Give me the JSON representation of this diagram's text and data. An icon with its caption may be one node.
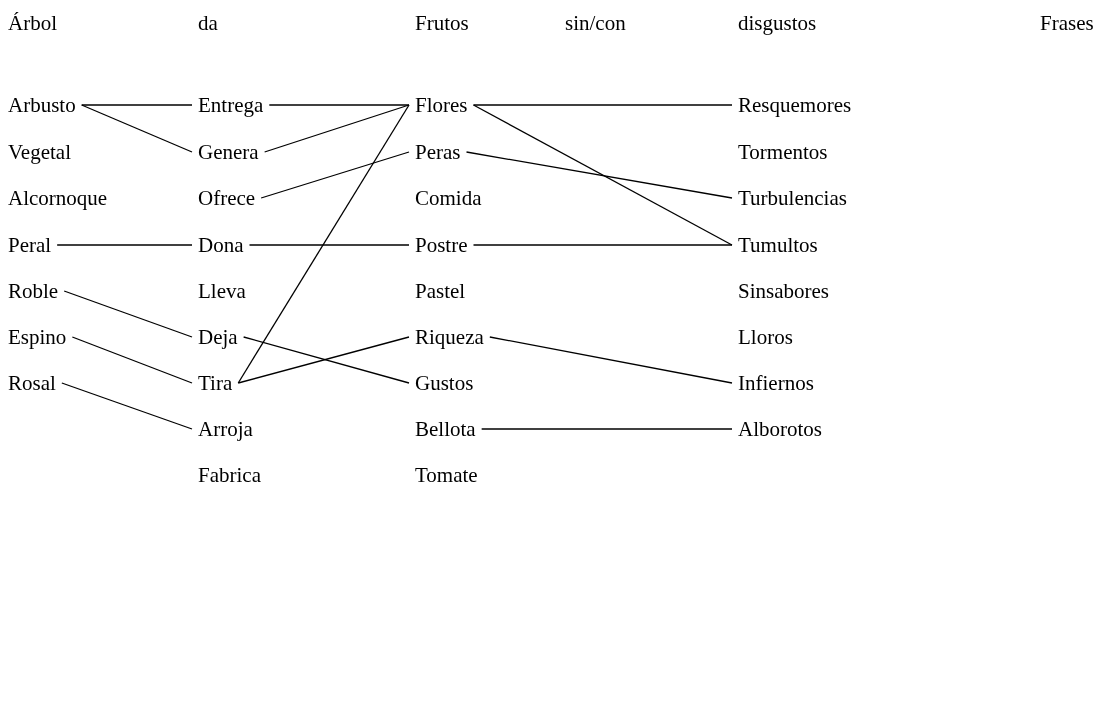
{
  "diagram": {
    "nodes": [
      {
        "text": [
          "Arbusto"
        ]
      },
      {
        "text": [
          "Entrega"
        ]
      },
      {
        "text": [
          "Flores"
        ]
      },
      {
        "text": [
          "Resquemores"
        ]
      },
      {
        "text": [
          "Vegetal"
        ]
      },
      {
        "text": [
          "Genera"
        ]
      },
      {
        "text": [
          "Peras"
        ]
      },
      {
        "text": [
          "Tormentos"
        ]
      },
      {
        "text": [
          "Alcornoque"
        ]
      },
      {
        "text": [
          "Ofrece"
        ]
      },
      {
        "text": [
          "Comida"
        ]
      },
      {
        "text": [
          "Turbulencias"
        ]
      },
      {
        "text": [
          "Peral"
        ]
      },
      {
        "text": [
          "Dona"
        ]
      },
      {
        "text": [
          "Postre"
        ]
      },
      {
        "text": [
          "Tumultos"
        ]
      },
      {
        "text": [
          "Roble"
        ]
      },
      {
        "text": [
          "Lleva"
        ]
      },
      {
        "text": [
          "Pastel"
        ]
      },
      {
        "text": [
          "Sinsabores"
        ]
      },
      {
        "text": [
          "Espino"
        ]
      },
      {
        "text": [
          "Deja"
        ]
      },
      {
        "text": [
          "Riqueza"
        ]
      },
      {
        "text": [
          "Lloros"
        ]
      },
      {
        "text": [
          "Rosal"
        ]
      },
      {
        "text": [
          "Tira"
        ]
      },
      {
        "text": [
          "Gustos"
        ]
      },
      {
        "text": [
          "Infiernos"
        ]
      },
      {
        "text": [
          "Arroja"
        ]
      },
      {
        "text": [
          "Bellota"
        ]
      },
      {
        "text": [
          "Alborotos"
        ]
      },
      {
        "text": [
          "Fabrica"
        ]
      },
      {
        "text": [
          "Tomate"
        ]
      }
    ],
    "edges": [
      {
        "from": 0,
        "to": 1,
        "arrow": "none"
      },
      {
        "from": 0,
        "to": 5,
        "arrow": "none"
      },
      {
        "from": 1,
        "to": 2,
        "arrow": "none"
      },
      {
        "from": 5,
        "to": 2,
        "arrow": "none"
      },
      {
        "from": 2,
        "to": 3,
        "arrow": "none"
      },
      {
        "from": 2,
        "to": 15,
        "arrow": "none"
      },
      {
        "from": 6,
        "to": 11,
        "arrow": "none"
      },
      {
        "from": 9,
        "to": 6,
        "arrow": "none"
      },
      {
        "from": 12,
        "to": 13,
        "arrow": "none"
      },
      {
        "from": 13,
        "to": 14,
        "arrow": "none"
      },
      {
        "from": 14,
        "to": 15,
        "arrow": "none"
      },
      {
        "from": 25,
        "to": 2,
        "arrow": "none"
      },
      {
        "from": 16,
        "to": 21,
        "arrow": "none"
      },
      {
        "from": 21,
        "to": 26,
        "arrow": "none"
      },
      {
        "from": 20,
        "to": 25,
        "arrow": "none"
      },
      {
        "from": 25,
        "to": 22,
        "arrow": "none"
      },
      {
        "from": 22,
        "to": 27,
        "arrow": "none"
      },
      {
        "from": 24,
        "to": 28,
        "arrow": "none"
      },
      {
        "from": 29,
        "to": 30,
        "arrow": "none"
      }
    ],
    "labels": [
      "Árbol",
      "da",
      "Frutos",
      "sin/con",
      "disgustos",
      "Frases"
    ]
  }
}
